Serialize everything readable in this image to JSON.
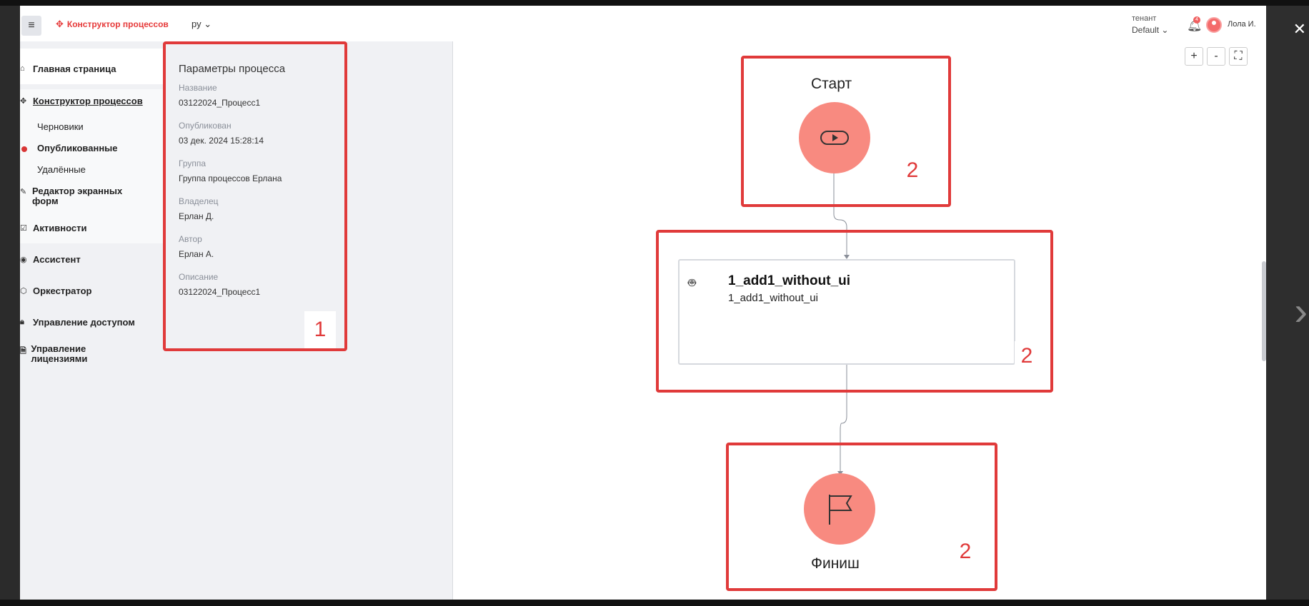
{
  "header": {
    "brand": "Конструктор процессов",
    "lang": "ру",
    "tenant_label": "тенант",
    "tenant_value": "Default",
    "notifications_count": "4",
    "user": "Лола И."
  },
  "sidebar": {
    "items": [
      {
        "label": "Главная страница",
        "icon": "home-icon"
      },
      {
        "label": "Конструктор процессов",
        "icon": "process-icon"
      },
      {
        "label": "Редактор экранных форм",
        "icon": "forms-icon"
      },
      {
        "label": "Активности",
        "icon": "activity-icon"
      },
      {
        "label": "Ассистент",
        "icon": "assistant-icon"
      },
      {
        "label": "Оркестратор",
        "icon": "orchestrator-icon"
      },
      {
        "label": "Управление доступом",
        "icon": "lock-icon"
      },
      {
        "label": "Управление лицензиями",
        "icon": "license-icon"
      }
    ],
    "sub": [
      "Черновики",
      "Опубликованные",
      "Удалённые"
    ]
  },
  "params": {
    "title": "Параметры процесса",
    "name_label": "Название",
    "name_value": "03122024_Процесс1",
    "published_label": "Опубликован",
    "published_value": "03 дек. 2024 15:28:14",
    "group_label": "Группа",
    "group_value": "Группа процессов Ерлана",
    "owner_label": "Владелец",
    "owner_value": "Ерлан Д.",
    "author_label": "Автор",
    "author_value": "Ерлан А.",
    "desc_label": "Описание",
    "desc_value": "03122024_Процесс1"
  },
  "markers": {
    "m1": "1",
    "m2": "2"
  },
  "canvas": {
    "zoom_in": "+",
    "zoom_out": "-",
    "fit": "⛶",
    "start_label": "Старт",
    "finish_label": "Финиш",
    "task_title": "1_add1_without_ui",
    "task_subtitle": "1_add1_without_ui"
  },
  "colors": {
    "accent": "#e63a3a",
    "node": "#f88a80"
  }
}
